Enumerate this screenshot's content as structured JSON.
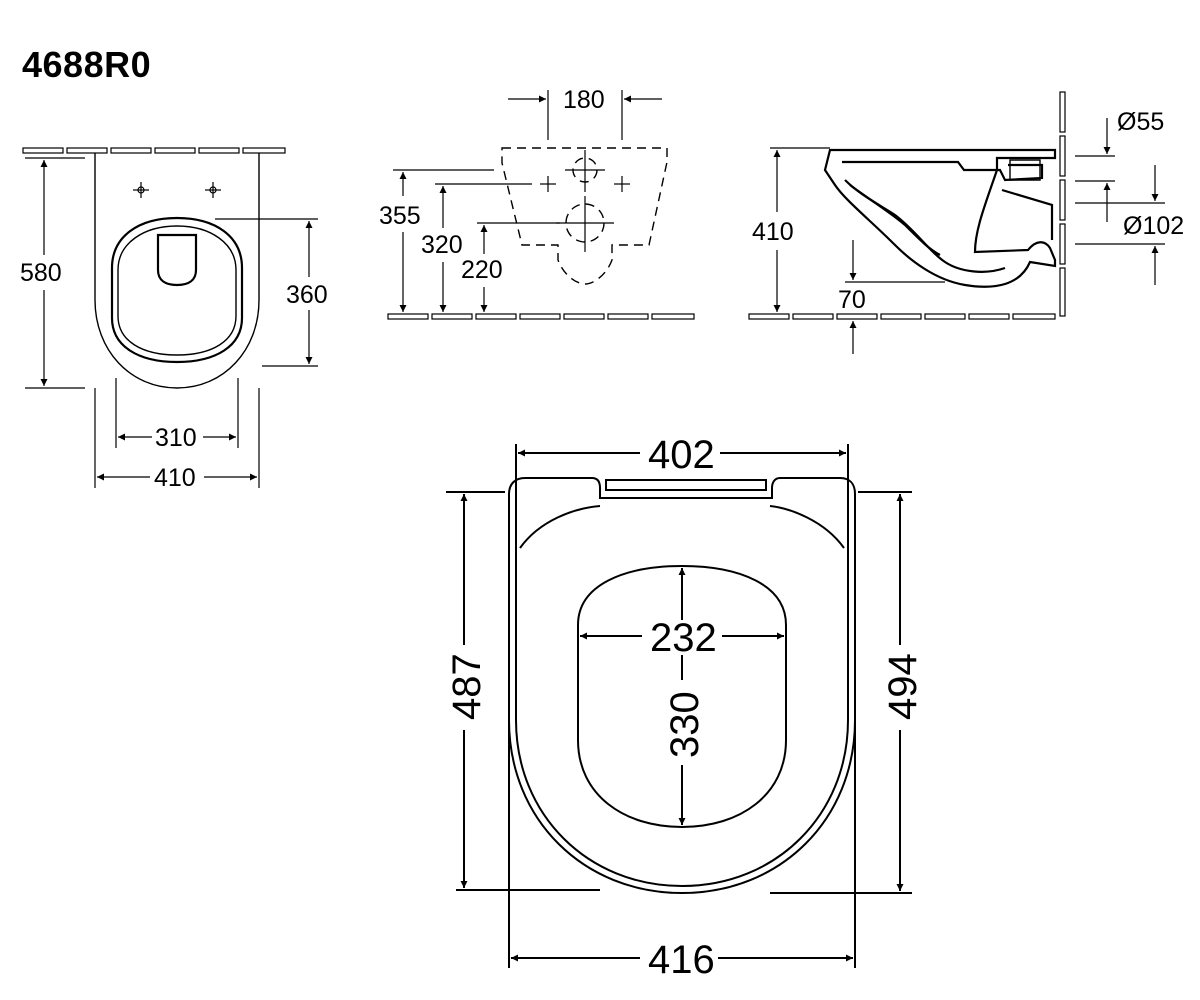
{
  "model": "4688R0",
  "front_view": {
    "height": "580",
    "seat_depth": "360",
    "inner_width": "310",
    "outer_width": "410"
  },
  "rear_view": {
    "fixing_distance": "180",
    "inlet_height": "355",
    "fixing_height": "320",
    "outlet_height": "220"
  },
  "side_view": {
    "pan_height": "410",
    "inlet_diameter": "Ø55",
    "outlet_diameter": "Ø102",
    "outlet_offset": "70"
  },
  "seat_view": {
    "top_width": "402",
    "bottom_width": "416",
    "left_length": "487",
    "right_length": "494",
    "opening_width": "232",
    "opening_length": "330"
  }
}
